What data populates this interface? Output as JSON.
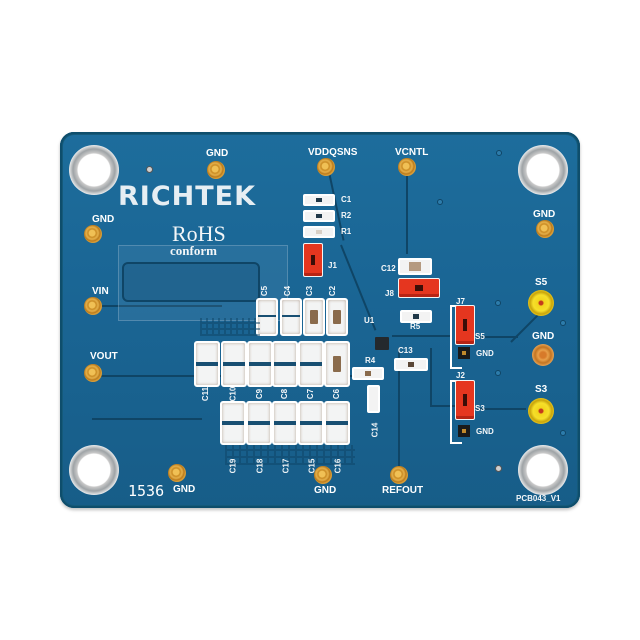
{
  "board": {
    "brand": "RICHTEK",
    "rohs": "RoHS",
    "conform": "conform",
    "board_id": "PCB043_V1",
    "serial": "1536",
    "colors": {
      "substrate": "#1a6594",
      "silk": "#ffffff",
      "jumper": "#e5361f",
      "test_point": "#d79c36",
      "signal_point": "#f2d41c"
    }
  },
  "test_points": {
    "gnd_top": "GND",
    "vddqsns": "VDDQSNS",
    "vcntl": "VCNTL",
    "gnd_left": "GND",
    "vin": "VIN",
    "vout": "VOUT",
    "gnd_right": "GND",
    "s5": "S5",
    "gnd_mid_right": "GND",
    "s3": "S3",
    "gnd_bottom_left": "GND",
    "gnd_bottom_mid": "GND",
    "refout": "REFOUT"
  },
  "components": {
    "c1": "C1",
    "r2": "R2",
    "r1": "R1",
    "j1": "J1",
    "c5": "C5",
    "c4": "C4",
    "c3": "C3",
    "c2": "C2",
    "u1": "U1",
    "c12": "C12",
    "j8": "J8",
    "r5": "R5",
    "r4": "R4",
    "c13": "C13",
    "c14": "C14",
    "c11": "C11",
    "c10": "C10",
    "c9": "C9",
    "c8": "C8",
    "c7": "C7",
    "c6": "C6",
    "c19": "C19",
    "c18": "C18",
    "c17": "C17",
    "c15": "C15",
    "c16": "C16",
    "j7": "J7",
    "j7_s5": "S5",
    "j7_gnd": "GND",
    "j2": "J2",
    "j2_s3": "S3",
    "j2_gnd": "GND"
  }
}
